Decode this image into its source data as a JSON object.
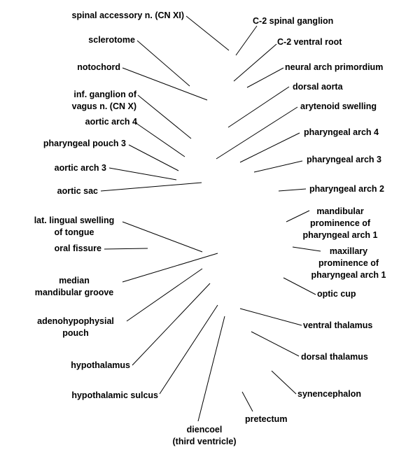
{
  "labels": {
    "spinal_accessory": "spinal accessory n. (CN XI)",
    "sclerotome": "sclerotome",
    "notochord": "notochord",
    "inf_ganglion_1": "inf. ganglion of",
    "inf_ganglion_2": "vagus n. (CN X)",
    "aortic_arch_4": "aortic arch 4",
    "pharyngeal_pouch_3": "pharyngeal pouch 3",
    "aortic_arch_3": "aortic arch 3",
    "aortic_sac": "aortic sac",
    "lingual_1": "lat. lingual swelling",
    "lingual_2": "of tongue",
    "oral_fissure": "oral fissure",
    "median_groove_1": "median",
    "median_groove_2": "mandibular groove",
    "adenohypophysial_1": "adenohypophysial",
    "adenohypophysial_2": "pouch",
    "hypothalamus": "hypothalamus",
    "hypothalamic_sulcus": "hypothalamic sulcus",
    "diencoel_1": "diencoel",
    "diencoel_2": "(third ventricle)",
    "pretectum": "pretectum",
    "synencephalon": "synencephalon",
    "dorsal_thalamus": "dorsal thalamus",
    "ventral_thalamus": "ventral thalamus",
    "optic_cup": "optic cup",
    "maxillary_1": "maxillary",
    "maxillary_2": "prominence of",
    "maxillary_3": "pharyngeal arch 1",
    "mandibular_1": "mandibular",
    "mandibular_2": "prominence of",
    "mandibular_3": "pharyngeal arch 1",
    "pharyngeal_arch_2": "pharyngeal arch 2",
    "pharyngeal_arch_3": "pharyngeal arch 3",
    "pharyngeal_arch_4": "pharyngeal arch 4",
    "arytenoid": "arytenoid swelling",
    "dorsal_aorta": "dorsal aorta",
    "neural_arch": "neural arch primordium",
    "c2_ventral_root": "C-2 ventral root",
    "c2_spinal_ganglion": "C-2 spinal ganglion"
  }
}
